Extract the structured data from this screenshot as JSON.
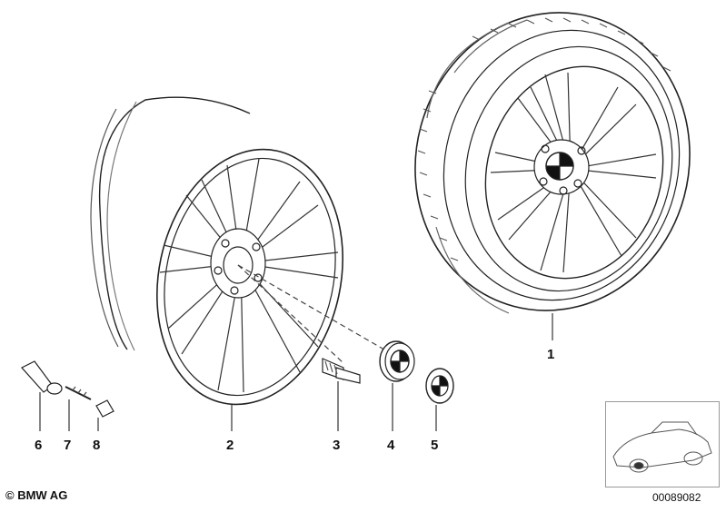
{
  "labels": [
    "1",
    "2",
    "3",
    "4",
    "5",
    "6",
    "7",
    "8"
  ],
  "footer": {
    "copyright": "© BMW AG",
    "doc_number": "00089082"
  }
}
